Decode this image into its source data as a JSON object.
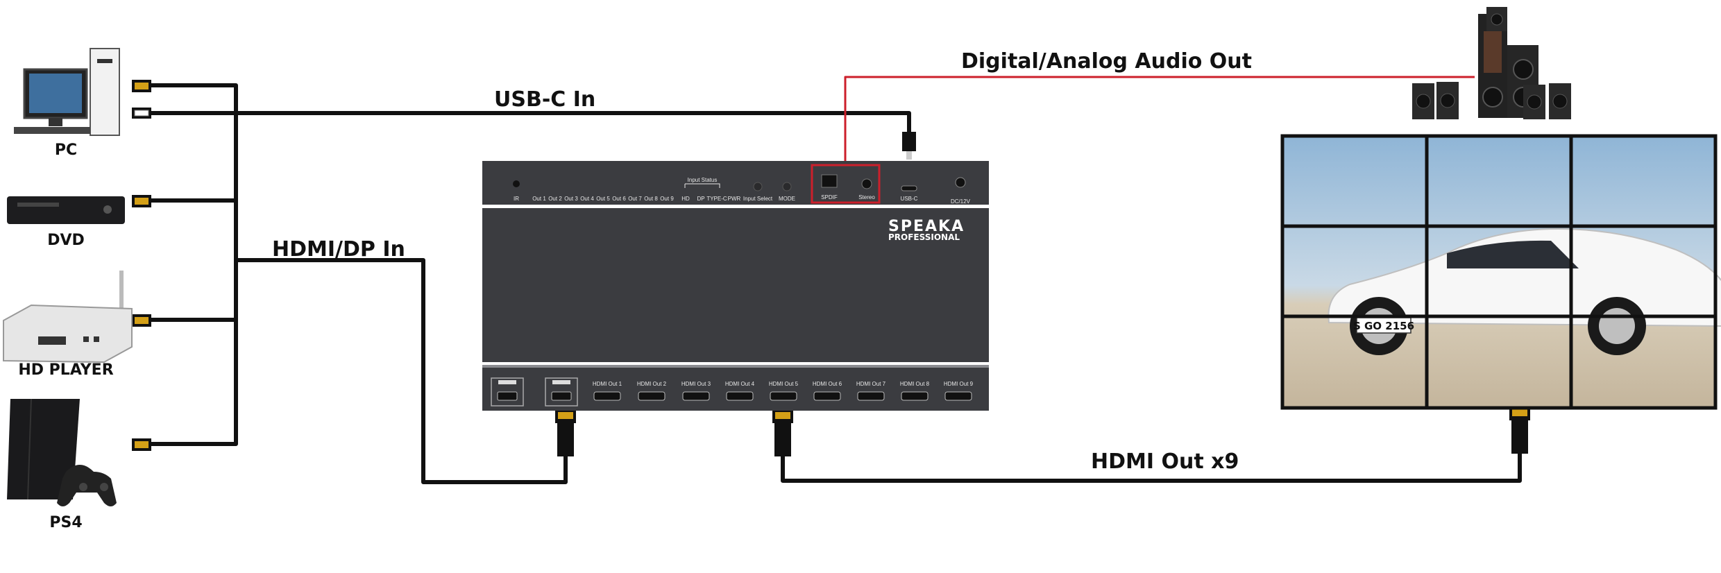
{
  "sources": [
    {
      "label": "PC",
      "icon": "pc-tower-icon"
    },
    {
      "label": "DVD",
      "icon": "dvd-player-icon"
    },
    {
      "label": "HD PLAYER",
      "icon": "media-player-icon"
    },
    {
      "label": "PS4",
      "icon": "game-console-icon"
    }
  ],
  "connections": {
    "usb_c_in": "USB-C In",
    "hdmi_dp_in": "HDMI/DP In",
    "audio_out": "Digital/Analog Audio Out",
    "hdmi_out": "HDMI Out x9"
  },
  "device": {
    "brand_line1": "SPEAKA",
    "brand_line2": "PROFESSIONAL",
    "top_panel": {
      "ir": "IR",
      "outs": [
        "Out 1",
        "Out 2",
        "Out 3",
        "Out 4",
        "Out 5",
        "Out 6",
        "Out 7",
        "Out 8",
        "Out 9"
      ],
      "input_status": "Input Status",
      "status_items": [
        "HD",
        "DP",
        "TYPE-C"
      ],
      "pwr": "PWR",
      "input_select": "Input Select",
      "mode": "MODE",
      "spdif": "SPDIF",
      "stereo": "Stereo",
      "usb_c": "USB-C",
      "dc": "DC/12V"
    },
    "hdmi_outs": [
      "HDMI Out 1",
      "HDMI Out 2",
      "HDMI Out 3",
      "HDMI Out 4",
      "HDMI Out 5",
      "HDMI Out 6",
      "HDMI Out 7",
      "HDMI Out 8",
      "HDMI Out 9"
    ]
  },
  "video_wall": {
    "plate": "S GO 2156"
  },
  "colors": {
    "cable": "#111111",
    "audio_cable": "#cc1f2b",
    "device_body": "#3b3c40",
    "highlight_box": "#cc1f2b"
  }
}
